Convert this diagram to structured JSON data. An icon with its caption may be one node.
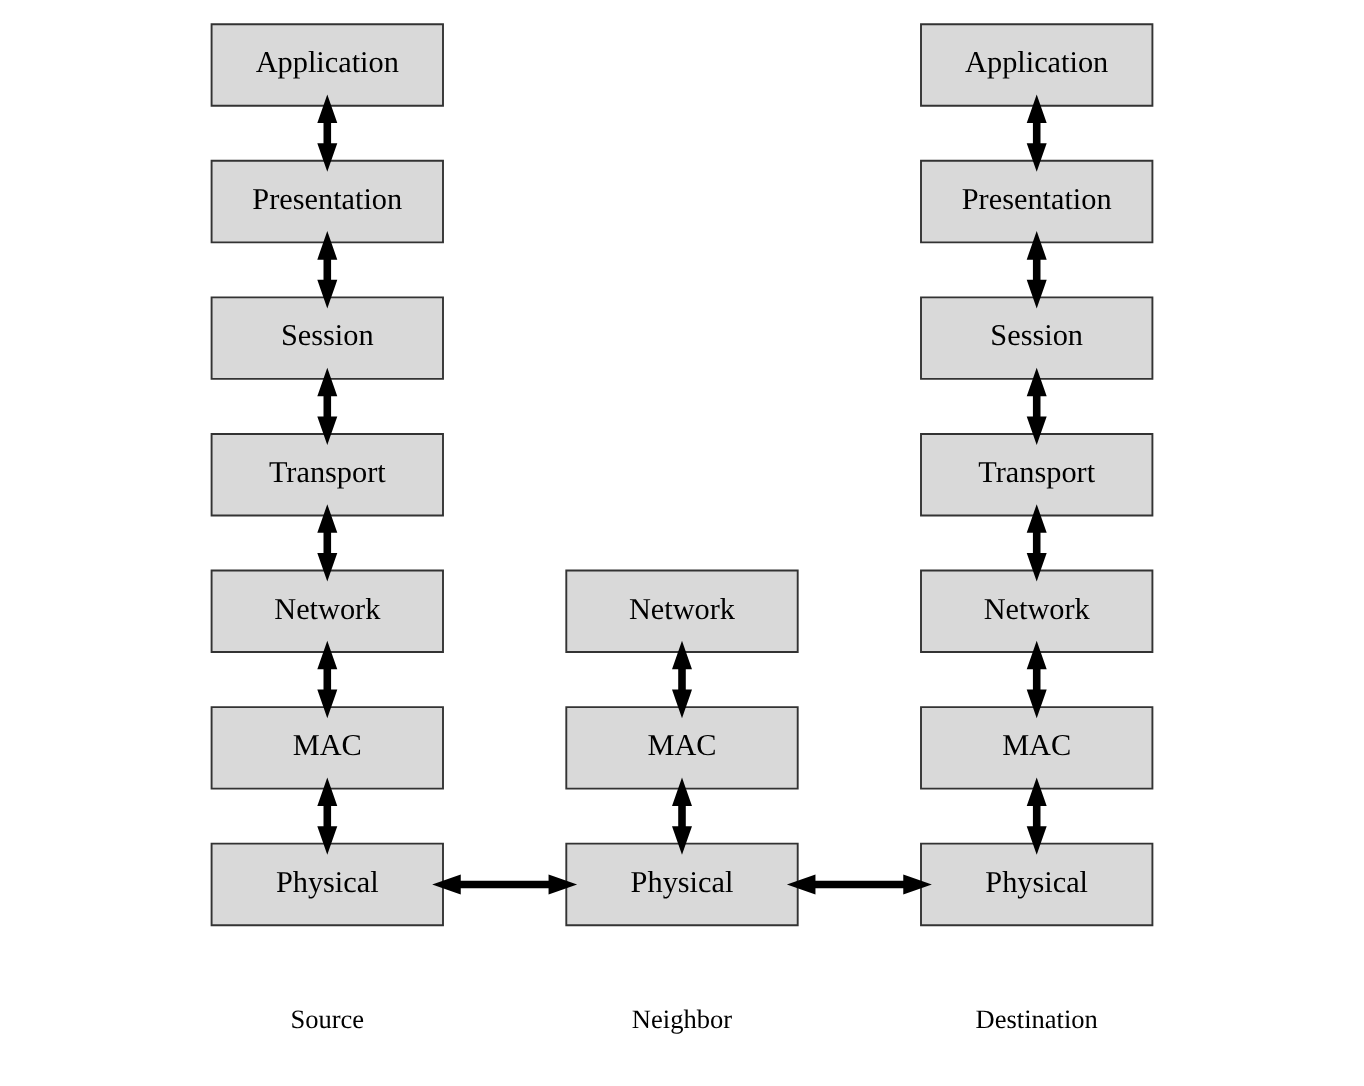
{
  "diagram": {
    "nodes": [
      {
        "text": [
          "Application"
        ]
      },
      {
        "text": [
          "Presentation"
        ]
      },
      {
        "text": [
          "Session"
        ]
      },
      {
        "text": [
          "Transport"
        ]
      },
      {
        "text": [
          "Network"
        ]
      },
      {
        "text": [
          "MAC"
        ]
      },
      {
        "text": [
          "Physical"
        ]
      },
      {
        "text": [
          "Network"
        ]
      },
      {
        "text": [
          "MAC"
        ]
      },
      {
        "text": [
          "Physical"
        ]
      },
      {
        "text": [
          "Application"
        ]
      },
      {
        "text": [
          "Presentation"
        ]
      },
      {
        "text": [
          "Session"
        ]
      },
      {
        "text": [
          "Transport"
        ]
      },
      {
        "text": [
          "Network"
        ]
      },
      {
        "text": [
          "MAC"
        ]
      },
      {
        "text": [
          "Physical"
        ]
      }
    ],
    "edges": [
      {
        "from": 0,
        "to": 1,
        "arrow": "both"
      },
      {
        "from": 1,
        "to": 2,
        "arrow": "both"
      },
      {
        "from": 2,
        "to": 3,
        "arrow": "both"
      },
      {
        "from": 3,
        "to": 4,
        "arrow": "both"
      },
      {
        "from": 4,
        "to": 5,
        "arrow": "both"
      },
      {
        "from": 5,
        "to": 6,
        "arrow": "both"
      },
      {
        "from": 7,
        "to": 8,
        "arrow": "both"
      },
      {
        "from": 8,
        "to": 9,
        "arrow": "both"
      },
      {
        "from": 10,
        "to": 11,
        "arrow": "both"
      },
      {
        "from": 11,
        "to": 12,
        "arrow": "both"
      },
      {
        "from": 12,
        "to": 13,
        "arrow": "both"
      },
      {
        "from": 13,
        "to": 14,
        "arrow": "both"
      },
      {
        "from": 14,
        "to": 15,
        "arrow": "both"
      },
      {
        "from": 15,
        "to": 16,
        "arrow": "both"
      },
      {
        "from": 6,
        "to": 9,
        "arrow": "both"
      },
      {
        "from": 9,
        "to": 16,
        "arrow": "both"
      }
    ],
    "labels": [
      "Source",
      "Neighbor",
      "Destination"
    ]
  }
}
